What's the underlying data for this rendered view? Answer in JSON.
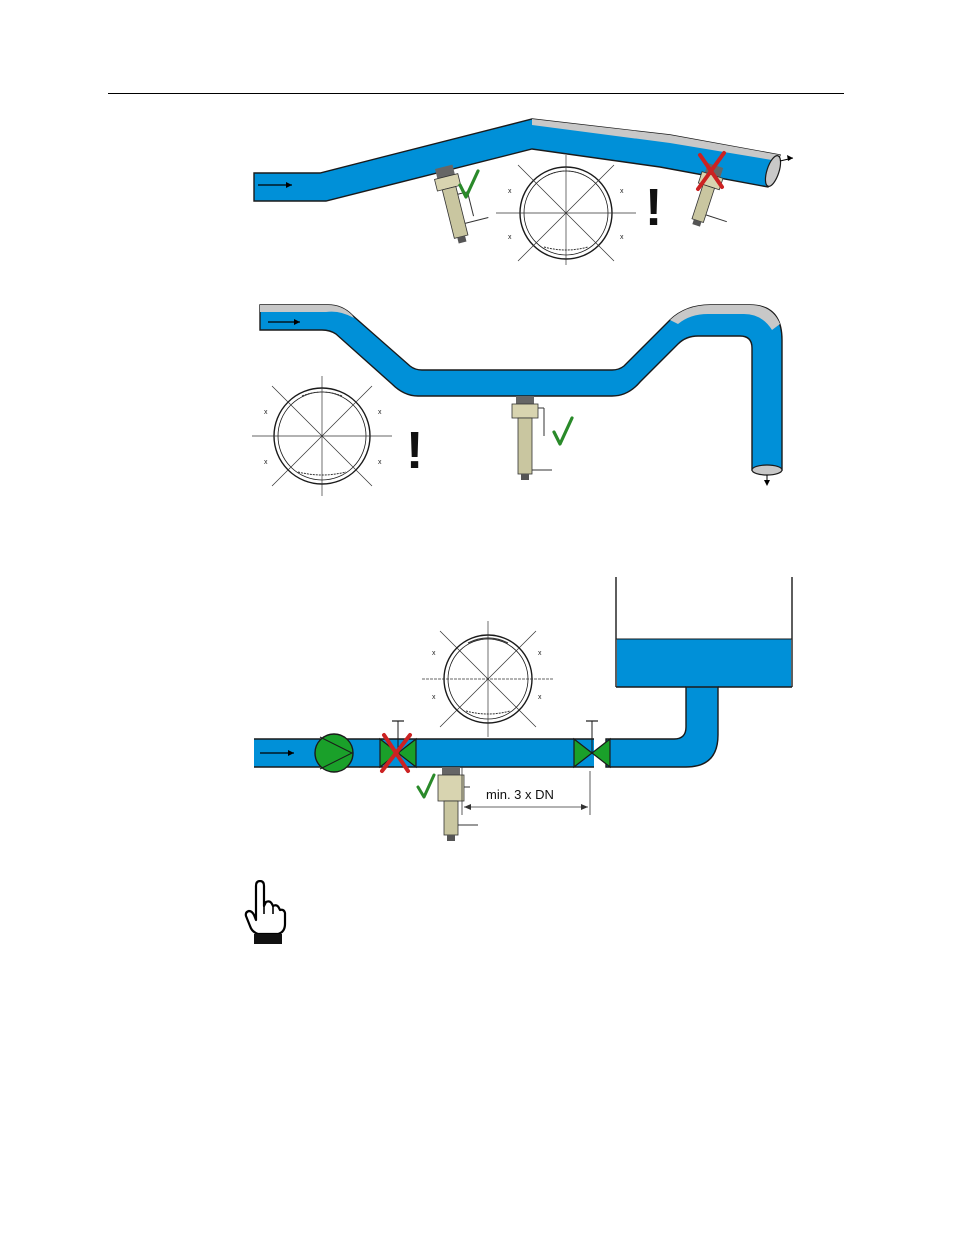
{
  "figures": [
    {
      "id": "fig-descending-pipe",
      "warning_mark": "!",
      "cross_section_marks": [
        "x",
        "x",
        "x",
        "x"
      ]
    },
    {
      "id": "fig-horizontal-sag-pipe",
      "warning_mark": "!",
      "cross_section_marks": [
        "x",
        "x",
        "x",
        "x"
      ]
    },
    {
      "id": "fig-pump-valve-tank",
      "dimension_label": "min. 3 x DN",
      "cross_section_marks": [
        "x",
        "x",
        "x",
        "x"
      ]
    }
  ],
  "colors": {
    "water": "#0090d8",
    "air": "#c8c8c8",
    "sensor_body": "#c9c6a0",
    "ok_check": "#2a8a2a",
    "bad_cross": "#cc2222",
    "pump": "#1aa02a",
    "valve": "#1aa02a"
  },
  "icons": [
    "pointing-hand-icon"
  ]
}
